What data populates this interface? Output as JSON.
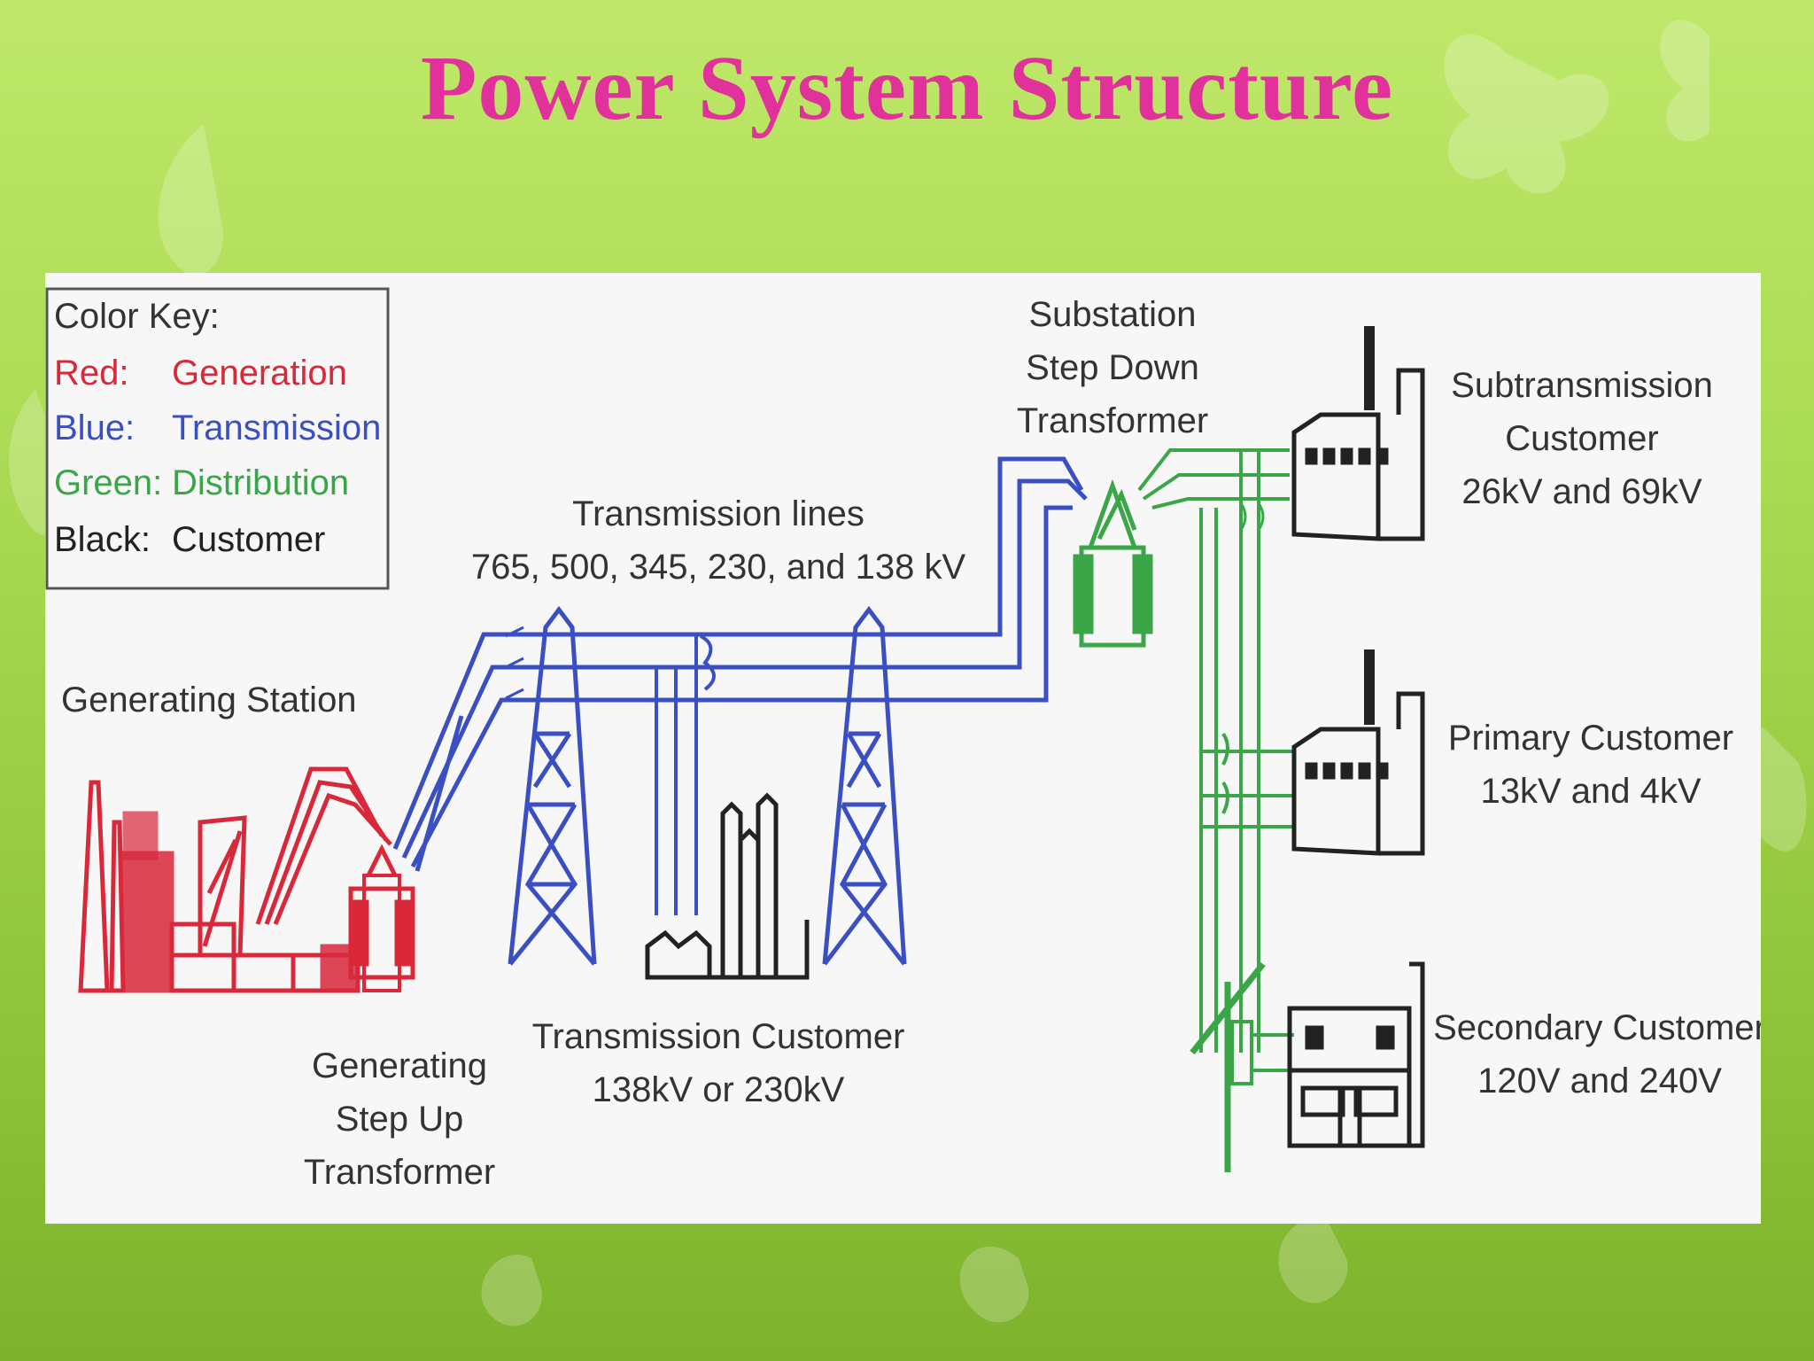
{
  "slide": {
    "title": "Power System Structure"
  },
  "colors": {
    "title": "#e0329a",
    "generation": "#d8283a",
    "transmission": "#3a4fc2",
    "distribution": "#3aa648",
    "customer": "#222222"
  },
  "color_key": {
    "heading": "Color Key:",
    "rows": [
      {
        "color_name": "Red:",
        "meaning": "Generation",
        "color": "#d8283a"
      },
      {
        "color_name": "Blue:",
        "meaning": "Transmission",
        "color": "#3a4fc2"
      },
      {
        "color_name": "Green:",
        "meaning": "Distribution",
        "color": "#3aa648"
      },
      {
        "color_name": "Black:",
        "meaning": "Customer",
        "color": "#222222"
      }
    ]
  },
  "labels": {
    "generating_station": "Generating Station",
    "step_up_transformer": [
      "Generating",
      "Step Up",
      "Transformer"
    ],
    "transmission_lines": [
      "Transmission lines",
      "765, 500, 345, 230, and 138 kV"
    ],
    "transmission_customer": [
      "Transmission Customer",
      "138kV or 230kV"
    ],
    "substation": [
      "Substation",
      "Step Down",
      "Transformer"
    ],
    "subtransmission_customer": [
      "Subtransmission",
      "Customer",
      "26kV and 69kV"
    ],
    "primary_customer": [
      "Primary Customer",
      "13kV and 4kV"
    ],
    "secondary_customer": [
      "Secondary Customer",
      "120V and 240V"
    ]
  },
  "icons": [
    "generating-station-icon",
    "transformer-icon",
    "transmission-tower-icon",
    "factory-icon",
    "utility-pole-icon",
    "house-icon"
  ]
}
